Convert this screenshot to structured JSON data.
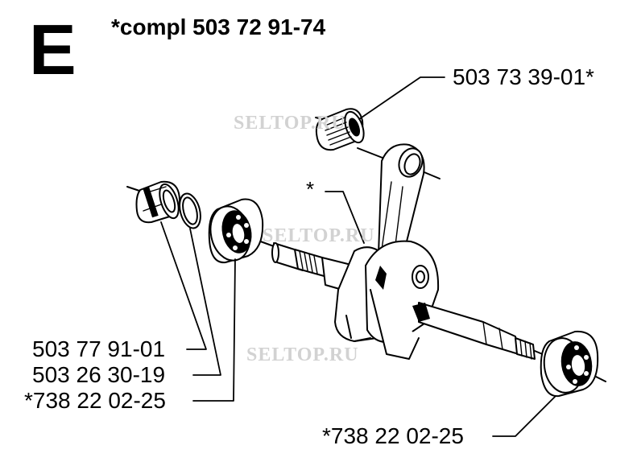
{
  "section_letter": "E",
  "assembly_title": "*compl 503 72 91-74",
  "parts": {
    "needle_bearing": "503 73 39-01*",
    "crankshaft_marker": "*",
    "seal_sleeve": "503 77 91-01",
    "o_ring": "503 26 30-19",
    "ball_bearing_left": "*738 22 02-25",
    "ball_bearing_right": "*738 22 02-25"
  },
  "watermarks": [
    "SELTOP.RU",
    "SELTOP.RU",
    "SELTOP.RU"
  ]
}
